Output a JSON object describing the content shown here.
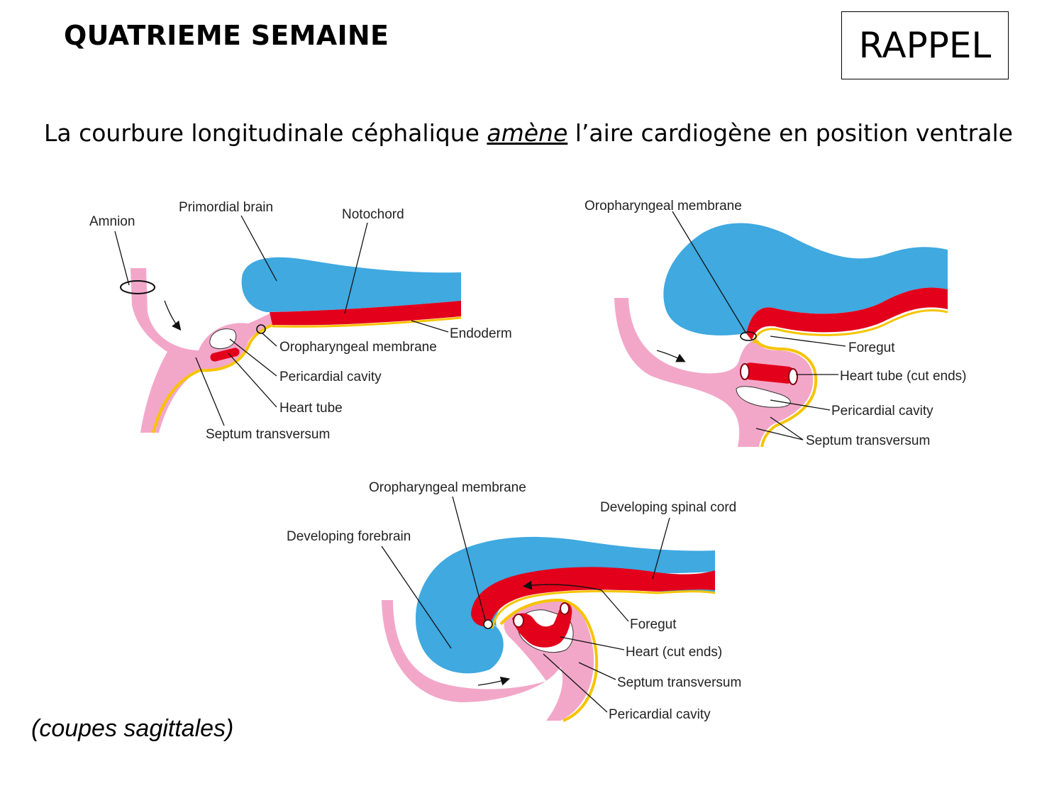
{
  "header": {
    "title": "QUATRIEME SEMAINE",
    "badge": "RAPPEL"
  },
  "subtitle": {
    "before": "La courbure longitudinale céphalique ",
    "emphasis": "amène",
    "after": " l’aire cardiogène en position ventrale"
  },
  "caption": "(coupes sagittales)",
  "diagram1": {
    "amnion": "Amnion",
    "primordial_brain": "Primordial brain",
    "notochord": "Notochord",
    "endoderm": "Endoderm",
    "oropharyngeal_membrane": "Oropharyngeal membrane",
    "pericardial_cavity": "Pericardial cavity",
    "heart_tube": "Heart tube",
    "septum_transversum": "Septum transversum"
  },
  "diagram2": {
    "oropharyngeal_membrane": "Oropharyngeal membrane",
    "foregut": "Foregut",
    "heart_tube_cut_ends": "Heart tube (cut ends)",
    "pericardial_cavity": "Pericardial cavity",
    "septum_transversum": "Septum transversum"
  },
  "diagram3": {
    "oropharyngeal_membrane": "Oropharyngeal membrane",
    "developing_spinal_cord": "Developing spinal cord",
    "developing_forebrain": "Developing forebrain",
    "foregut": "Foregut",
    "heart_cut_ends": "Heart (cut ends)",
    "septum_transversum": "Septum transversum",
    "pericardial_cavity": "Pericardial cavity"
  },
  "colors": {
    "ectoderm_neural": "#3fa9e0",
    "endoderm": "#e3001b",
    "mesoderm": "#f2a7c9",
    "border": "#f6c400"
  }
}
